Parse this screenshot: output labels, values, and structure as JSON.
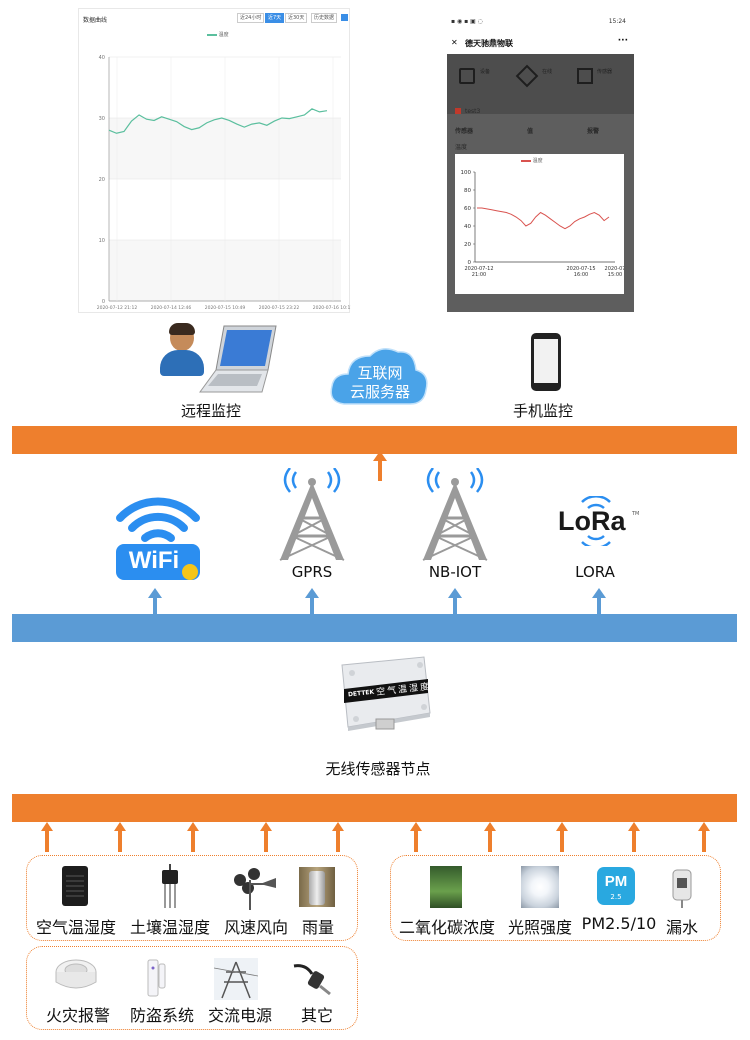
{
  "web_monitor": {
    "title": "数据曲线",
    "buttons": [
      "近24小时",
      "近7天",
      "近30天"
    ],
    "history_button": "历史数据",
    "legend": "温度",
    "chart_data": {
      "type": "line",
      "title": "",
      "series": [
        {
          "name": "温度",
          "x": [
            "2020-07-12 21:12",
            "2020-07-14 12:46",
            "2020-07-15 10:49",
            "2020-07-15 23:22",
            "2020-07-16 10:11"
          ],
          "values": [
            28,
            27.5,
            27.8,
            29.5,
            30.5,
            29.8,
            29.6,
            30.2,
            29.8,
            29.4,
            28.6,
            28.1,
            28.4,
            29.2,
            29.7,
            30.0,
            29.6,
            29.0,
            28.5,
            29.0,
            29.2,
            28.8,
            29.5,
            30.0,
            29.9,
            30.2,
            30.5,
            31.5,
            31.0,
            31.2
          ]
        }
      ],
      "y_ticks": [
        "0",
        "10",
        "20",
        "30",
        "40"
      ],
      "ylim": [
        0,
        40
      ],
      "x_ticks": [
        "2020-07-12 21:12",
        "2020-07-14 12:46",
        "2020-07-15 10:49",
        "2020-07-15 23:22",
        "2020-07-16 10:11"
      ],
      "line_color": "#5bbf9e"
    }
  },
  "phone_monitor": {
    "status_time": "15:24",
    "app_title": "德天驰鼎物联",
    "menu": [
      "设备",
      "在线",
      "传感器"
    ],
    "device_name": "test3",
    "table_headers": [
      "传感器",
      "值",
      "报警"
    ],
    "row_label": "温度",
    "legend": "温度",
    "chart_data": {
      "type": "line",
      "series": [
        {
          "name": "温度",
          "values": [
            60,
            60,
            59,
            58,
            57,
            56,
            55,
            53,
            50,
            46,
            40,
            43,
            50,
            55,
            52,
            48,
            44,
            40,
            37,
            40,
            45,
            48,
            50,
            53,
            55,
            52,
            46,
            50
          ]
        }
      ],
      "y_ticks": [
        "0",
        "20",
        "40",
        "60",
        "80",
        "100"
      ],
      "ylim": [
        0,
        100
      ],
      "x_ticks": [
        "2020-07-12\n21:00",
        "2020-07-15\n16:00",
        "2020-07\n15:00"
      ],
      "line_color": "#d9534f"
    }
  },
  "top": {
    "remote_label": "远程监控",
    "cloud_line1": "互联网",
    "cloud_line2": "云服务器",
    "mobile_label": "手机监控"
  },
  "network": {
    "wifi_text": "WiFi",
    "gprs_label": "GPRS",
    "nbiot_label": "NB-IOT",
    "lora_logo": "LoRa",
    "lora_tm": "TM",
    "lora_label": "LORA"
  },
  "node": {
    "brand": "DETTEK",
    "device_text": "空气温湿度",
    "label": "无线传感器节点"
  },
  "sensors": {
    "group1": [
      "空气温湿度",
      "土壤温湿度",
      "风速风向",
      "雨量"
    ],
    "group2": [
      "二氧化碳浓度",
      "光照强度",
      "PM2.5/10",
      "漏水"
    ],
    "group3": [
      "火灾报警",
      "防盗系统",
      "交流电源",
      "其它"
    ],
    "pm_badge": "PM",
    "pm_sub": "2.5"
  },
  "colors": {
    "orange": "#ee7f2d",
    "blue": "#5b9bd5",
    "wifi_blue": "#2b8ef0",
    "tower_gray": "#9a9a9a",
    "cloud_blue": "#4aa3e8"
  }
}
